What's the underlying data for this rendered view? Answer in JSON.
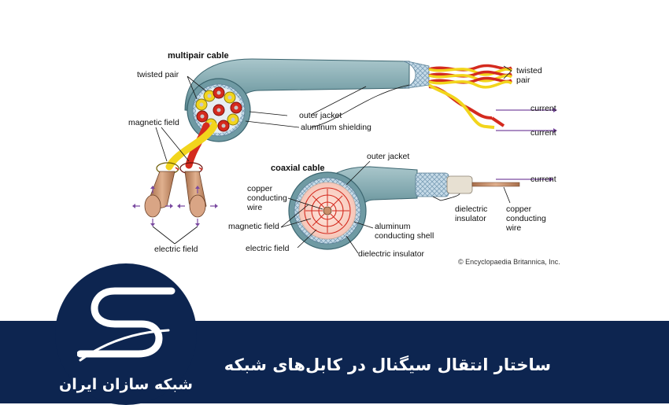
{
  "multipair": {
    "title": "multipair cable",
    "twisted_pair": "twisted pair",
    "twisted_pair_end_1": "twisted",
    "twisted_pair_end_2": "pair",
    "magnetic_field": "magnetic field",
    "outer_jacket": "outer jacket",
    "aluminum_shielding": "aluminum shielding",
    "current_1": "current",
    "current_2": "current",
    "electric_field": "electric field"
  },
  "coaxial": {
    "title": "coaxial cable",
    "outer_jacket": "outer jacket",
    "current": "current",
    "copper_line_1": "copper",
    "copper_line_2": "conducting",
    "copper_line_3": "wire",
    "magnetic_field": "magnetic field",
    "electric_field": "electric field",
    "aluminum_line_1": "aluminum",
    "aluminum_line_2": "conducting shell",
    "dielectric_insulator": "dielectric insulator",
    "dielectric_side_1": "dielectric",
    "dielectric_side_2": "insulator",
    "copper_side_1": "copper",
    "copper_side_2": "conducting",
    "copper_side_3": "wire"
  },
  "credit": "© Encyclopaedia Britannica, Inc.",
  "banner": {
    "brand_name": "شبکه سازان ایران",
    "headline": "ساختار انتقال سیگنال در کابل‌های شبکه"
  },
  "colors": {
    "banner_bg": "#0d2550",
    "jacket": "#7fa6ad",
    "jacket_dark": "#4f7d86",
    "shield": "#b7cfe0",
    "wire_red": "#d42a1e",
    "wire_yellow": "#f2d51c",
    "copper": "#c98f6a",
    "field_arrow": "#7a4aa0"
  }
}
